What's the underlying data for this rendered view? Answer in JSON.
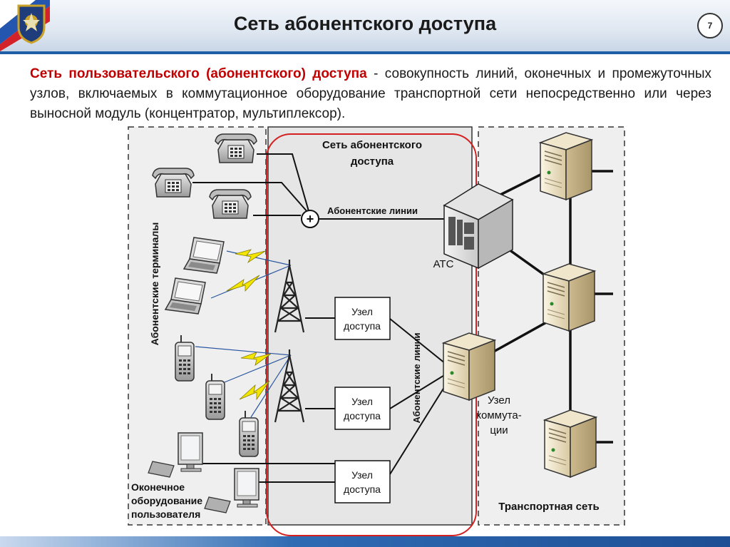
{
  "header": {
    "title": "Сеть абонентского доступа",
    "page_number": "7"
  },
  "intro": {
    "term": "Сеть пользовательского (абонентского) доступа",
    "definition": " - совокупность линий, оконечных и промежуточных узлов, включаемых в коммутационное оборудование транспортной сети непосредственно или через выносной модуль (концентратор, мультиплексор)."
  },
  "diagram": {
    "access_network_label_line1": "Сеть абонентского",
    "access_network_label_line2": "доступа",
    "subscriber_lines_label_top": "Абонентские линии",
    "subscriber_lines_label_vertical": "Абонентские линии",
    "subscriber_terminals_label": "Абонентские терминалы",
    "atc_label": "АТС",
    "access_nodes": [
      {
        "line1": "Узел",
        "line2": "доступа"
      },
      {
        "line1": "Узел",
        "line2": "доступа"
      },
      {
        "line1": "Узел",
        "line2": "доступа"
      }
    ],
    "switch_node_line1": "Узел",
    "switch_node_line2": "коммута-",
    "switch_node_line3": "ции",
    "user_equipment_line1": "Оконечное",
    "user_equipment_line2": "оборудование",
    "user_equipment_line3": "пользователя",
    "transport_network_label": "Транспортная сеть",
    "multiplexer_symbol": "+"
  },
  "colors": {
    "accent_red": "#c00000",
    "zone_fill": "#ececec",
    "lightning": "#f2e600",
    "brand_blue": "#1f5fa8"
  }
}
